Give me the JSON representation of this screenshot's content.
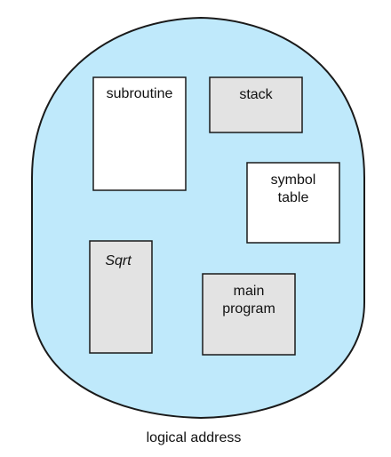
{
  "diagram": {
    "caption": "logical address",
    "colors": {
      "space_fill": "#bfe9fb",
      "outline": "#1a1a1a",
      "white_segment": "#ffffff",
      "gray_segment": "#e3e3e3"
    },
    "segments": {
      "subroutine": {
        "label": "subroutine"
      },
      "stack": {
        "label": "stack"
      },
      "symbol_table": {
        "line1": "symbol",
        "line2": "table"
      },
      "sqrt": {
        "label": "Sqrt"
      },
      "main_program": {
        "line1": "main",
        "line2": "program"
      }
    }
  }
}
